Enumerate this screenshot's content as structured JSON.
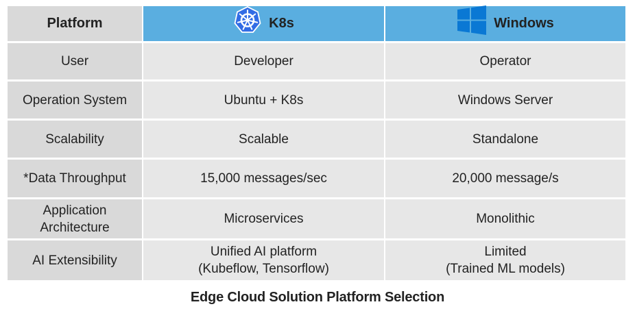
{
  "header": {
    "platform_label": "Platform",
    "col1": "K8s",
    "col2": "Windows",
    "col1_icon": "kubernetes-logo-icon",
    "col2_icon": "windows-logo-icon",
    "header_color": "#5aaee0"
  },
  "rows": [
    {
      "label": "User",
      "k8s": "Developer",
      "windows": "Operator"
    },
    {
      "label": "Operation System",
      "k8s": "Ubuntu + K8s",
      "windows": "Windows Server"
    },
    {
      "label": "Scalability",
      "k8s": "Scalable",
      "windows": "Standalone"
    },
    {
      "label": "*Data Throughput",
      "k8s": "15,000 messages/sec",
      "windows": "20,000 message/s"
    },
    {
      "label_lines": [
        "Application",
        "Architecture"
      ],
      "k8s": "Microservices",
      "windows": "Monolithic"
    },
    {
      "label": "AI Extensibility",
      "k8s_lines": [
        "Unified AI platform",
        "(Kubeflow, Tensorflow)"
      ],
      "windows_lines": [
        "Limited",
        "(Trained ML models)"
      ]
    }
  ],
  "caption": "Edge Cloud Solution Platform Selection"
}
